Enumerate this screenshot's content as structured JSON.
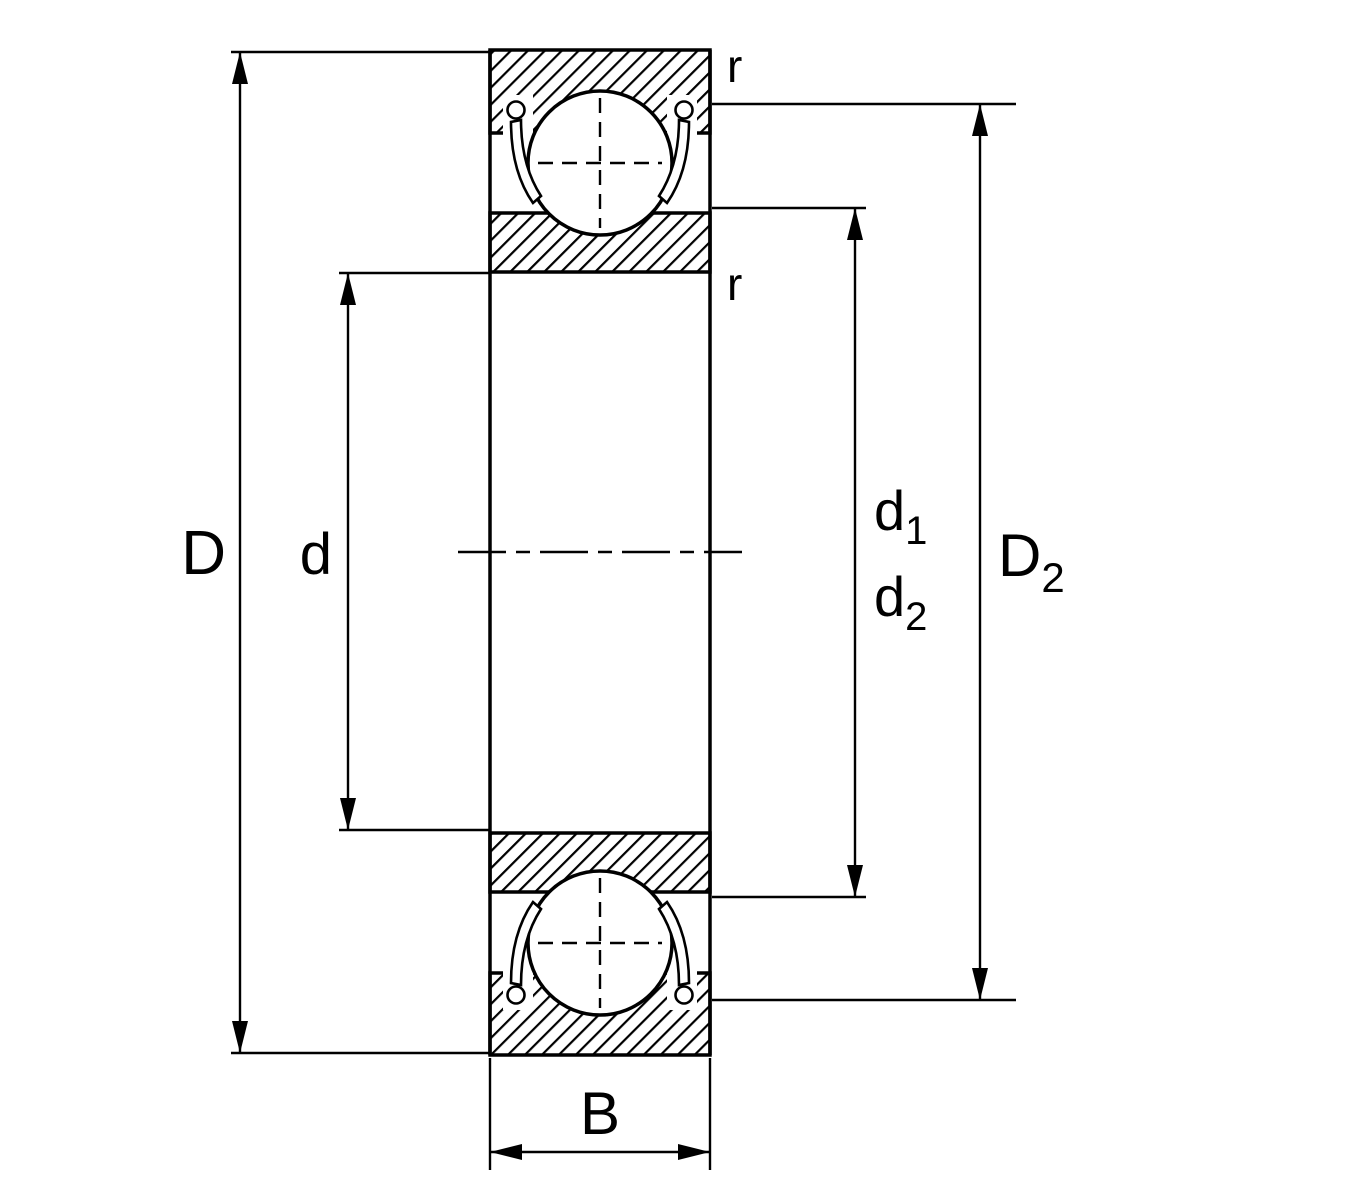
{
  "drawing": {
    "labels": {
      "outer_diameter": "D",
      "bore_diameter": "d",
      "d1": {
        "base": "d",
        "sub": "1"
      },
      "d2": {
        "base": "d",
        "sub": "2"
      },
      "D2": {
        "base": "D",
        "sub": "2"
      },
      "width": "B",
      "chamfer_outer": "r",
      "chamfer_inner": "r"
    },
    "colors": {
      "line": "#000000",
      "background": "#ffffff"
    }
  }
}
